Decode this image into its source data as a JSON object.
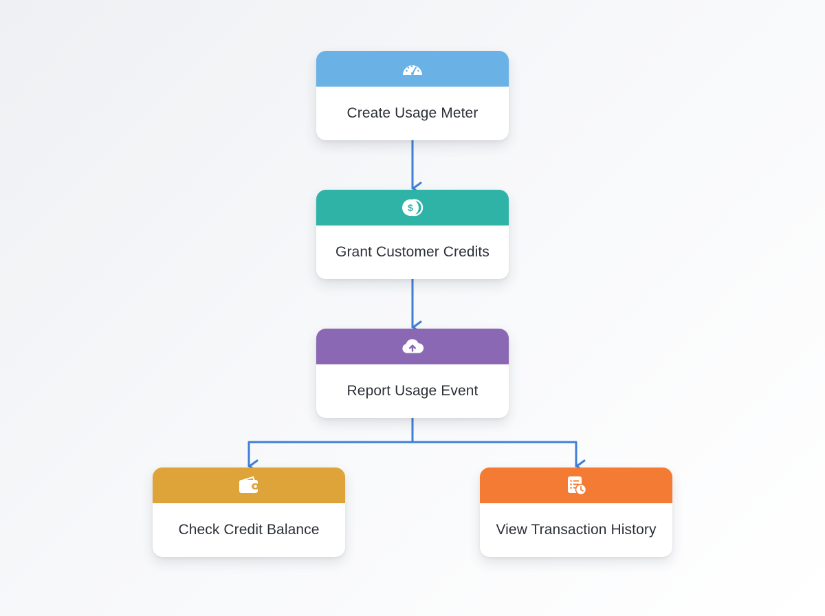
{
  "diagram": {
    "connector_color": "#3f7fd6",
    "nodes": [
      {
        "id": "meter",
        "label": "Create Usage Meter",
        "header_color": "#6ab2e6",
        "icon": "gauge-icon"
      },
      {
        "id": "credits",
        "label": "Grant Customer Credits",
        "header_color": "#2fb3a7",
        "icon": "coins-icon"
      },
      {
        "id": "report",
        "label": "Report Usage Event",
        "header_color": "#8a68b4",
        "icon": "cloud-upload-icon"
      },
      {
        "id": "balance",
        "label": "Check Credit Balance",
        "header_color": "#dea43a",
        "icon": "wallet-icon"
      },
      {
        "id": "history",
        "label": "View Transaction History",
        "header_color": "#f47b34",
        "icon": "document-clock-icon"
      }
    ],
    "edges": [
      {
        "from": "meter",
        "to": "credits"
      },
      {
        "from": "credits",
        "to": "report"
      },
      {
        "from": "report",
        "to": "balance"
      },
      {
        "from": "report",
        "to": "history"
      }
    ]
  }
}
